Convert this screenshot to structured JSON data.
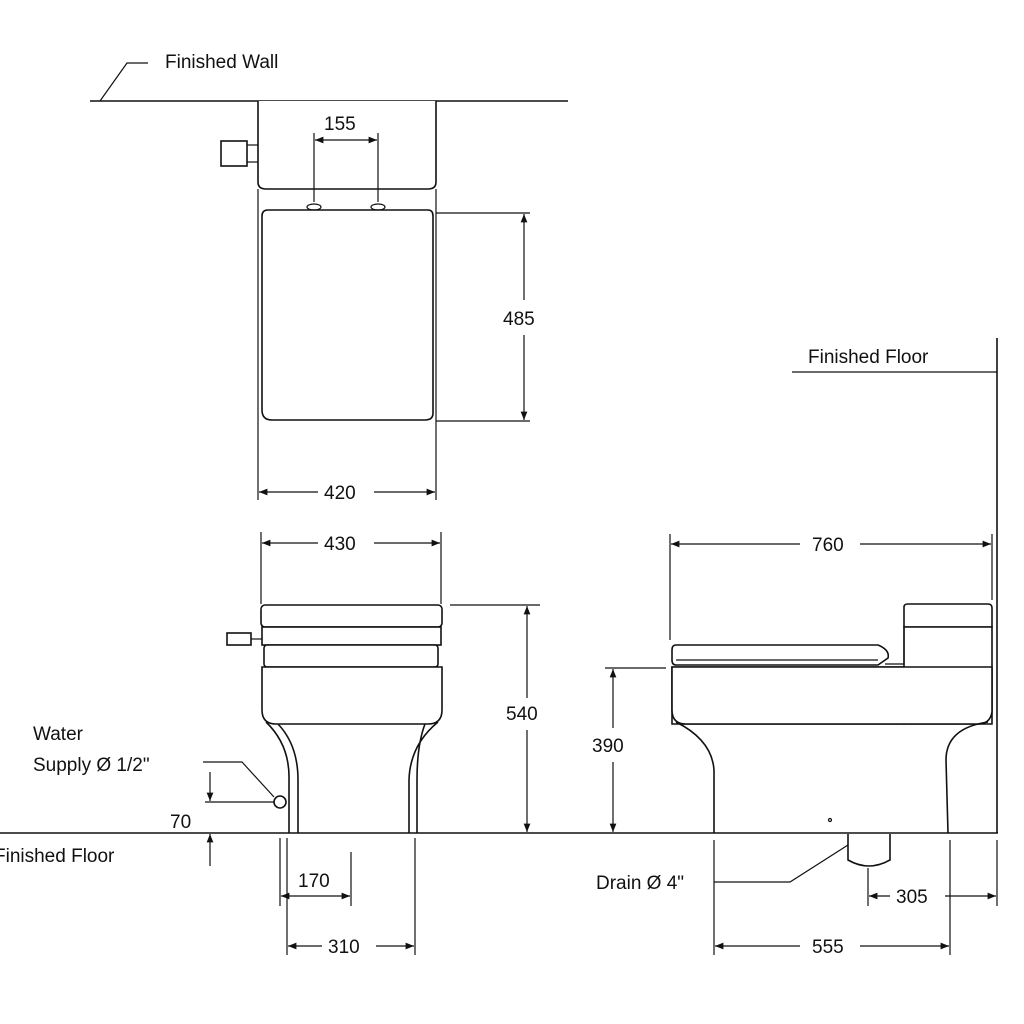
{
  "labels": {
    "finished_wall": "Finished Wall",
    "finished_floor_top": "Finished Floor",
    "finished_floor_bottom": "Finished Floor",
    "water_line1": "Water",
    "water_line2": "Supply Ø 1/2\"",
    "drain": "Drain Ø 4\""
  },
  "dimensions": {
    "inlet_spacing": "155",
    "tank_depth": "485",
    "tank_width": "420",
    "front_width": "430",
    "overall_height": "540",
    "supply_height": "70",
    "supply_offset": "170",
    "foot_span": "310",
    "overall_length": "760",
    "seat_height": "390",
    "drain_to_wall": "305",
    "drain_to_front": "555"
  }
}
